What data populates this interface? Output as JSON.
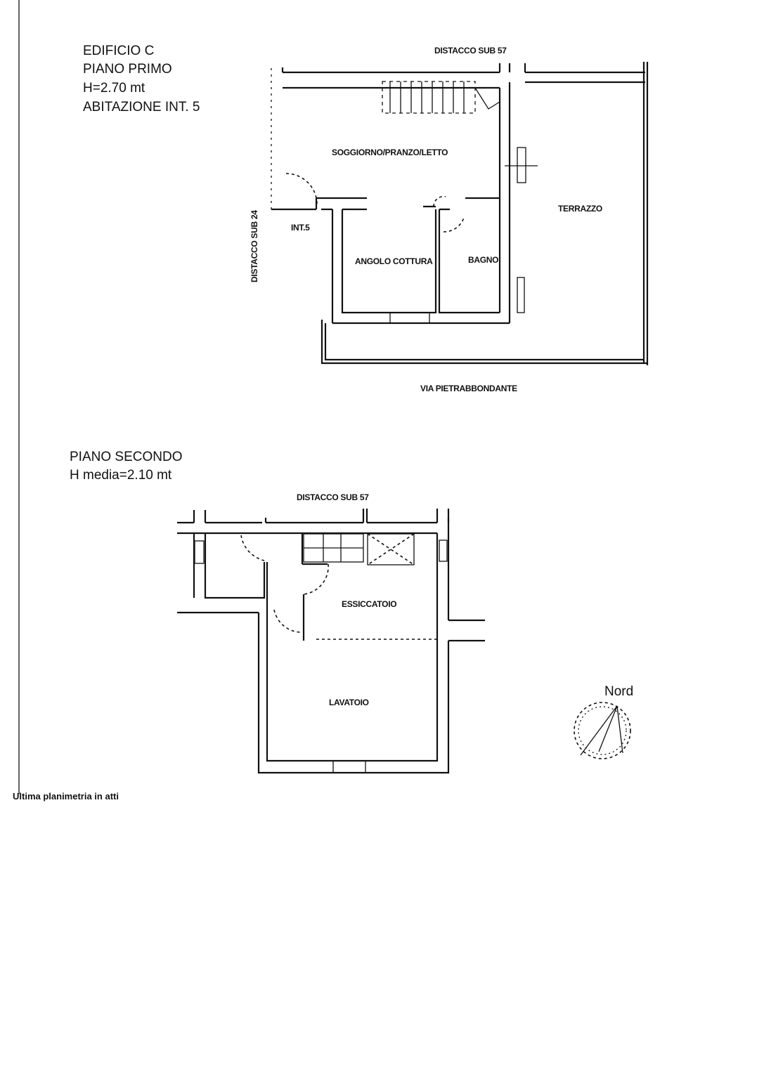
{
  "header": {
    "building": "EDIFICIO C",
    "floor1": "PIANO PRIMO",
    "height1": "H=2.70 mt",
    "unit": "ABITAZIONE INT. 5",
    "floor2": "PIANO SECONDO",
    "height2": "H media=2.10 mt"
  },
  "plan1": {
    "top_label": "DISTACCO SUB 57",
    "left_label": "DISTACCO SUB 24",
    "bottom_label": "VIA PIETRABBONDANTE",
    "entrance": "INT.5",
    "rooms": [
      "SOGGIORNO/PRANZO/LETTO",
      "ANGOLO COTTURA",
      "BAGNO",
      "TERRAZZO"
    ]
  },
  "plan2": {
    "top_label": "DISTACCO SUB 57",
    "rooms": [
      "ESSICCATOIO",
      "LAVATOIO"
    ]
  },
  "compass": {
    "label": "Nord"
  },
  "footer": "Ultima planimetria in atti"
}
